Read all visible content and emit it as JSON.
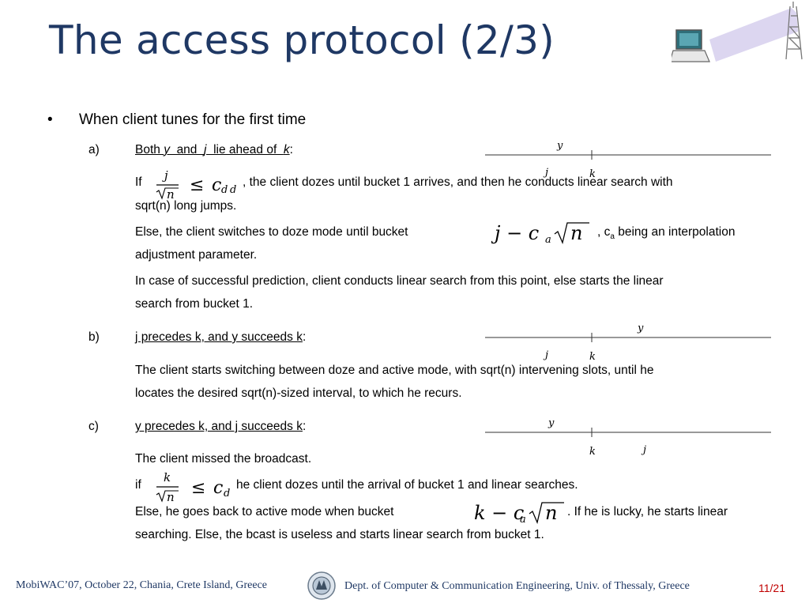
{
  "slide": {
    "title": "The access protocol (2/3)",
    "bullet": {
      "marker": "•",
      "text": "When client tunes for the first time"
    },
    "items": [
      {
        "label": "a)",
        "heading_parts": [
          "Both ",
          "y",
          "  and  ",
          "j",
          "  lie ahead of  ",
          "k"
        ],
        "heading_suffix": ":",
        "line1_prefix": "If",
        "line1_rest": ", the client dozes until bucket 1 arrives, and then he conducts linear search with",
        "line1_cont": "sqrt(n) long jumps.",
        "line2_prefix": "Else, the client switches to doze mode until bucket",
        "line2_rest": ", c",
        "line2_sub": "a",
        "line2_rest2": " being an interpolation",
        "line2_cont": "adjustment parameter.",
        "line3": "In case of successful prediction, client conducts linear search from this point, else starts the linear",
        "line3_cont": "search from bucket 1.",
        "diagram": {
          "top": "y",
          "bottom_left": "j",
          "bottom_right": "k"
        }
      },
      {
        "label": "b)",
        "heading": "j precedes k, and y succeeds k",
        "heading_suffix": ":",
        "line1": "The client starts switching between doze and active mode, with sqrt(n) intervening slots, until he",
        "line1_cont": "locates the desired sqrt(n)-sized interval, to which he recurs.",
        "diagram": {
          "top": "y",
          "bottom_left": "j",
          "bottom_right": "k"
        }
      },
      {
        "label": "c)",
        "heading": "y precedes k, and j succeeds k",
        "heading_suffix": ":",
        "line1": "The client missed the broadcast.",
        "line2_prefix": "if",
        "line2_rest": "he client dozes until the arrival of bucket 1 and linear searches.",
        "line3_prefix": "Else, he goes back to active mode when bucket",
        "line3_rest": ". If he is lucky, he starts linear",
        "line3_cont": "searching. Else, the bcast is useless and starts linear search from bucket 1.",
        "diagram": {
          "top": "y",
          "bottom_left": "k",
          "bottom_right": "j"
        }
      }
    ],
    "formulas": {
      "frac_a_num": "j",
      "frac_n": "n",
      "leq": "≤",
      "c_d": "c",
      "sub_d": "d",
      "sub_d_extra": "d",
      "interp_a": "j − c",
      "sub_a": "a",
      "sqrt_n": "n",
      "frac_c_num": "k",
      "interp_c": "k − c"
    },
    "footer": {
      "left": "MobiWAC’07, October 22, Chania, Crete Island, Greece",
      "center": "Dept. of Computer & Communication Engineering, Univ. of Thessaly, Greece",
      "page": "11/21"
    }
  },
  "colors": {
    "title": "#1f3864",
    "footer": "#1f3864",
    "page_number": "#c00000",
    "beam": "#dcd6f0"
  },
  "icons": [
    "laptop-icon",
    "antenna-tower-icon",
    "university-seal-icon"
  ]
}
